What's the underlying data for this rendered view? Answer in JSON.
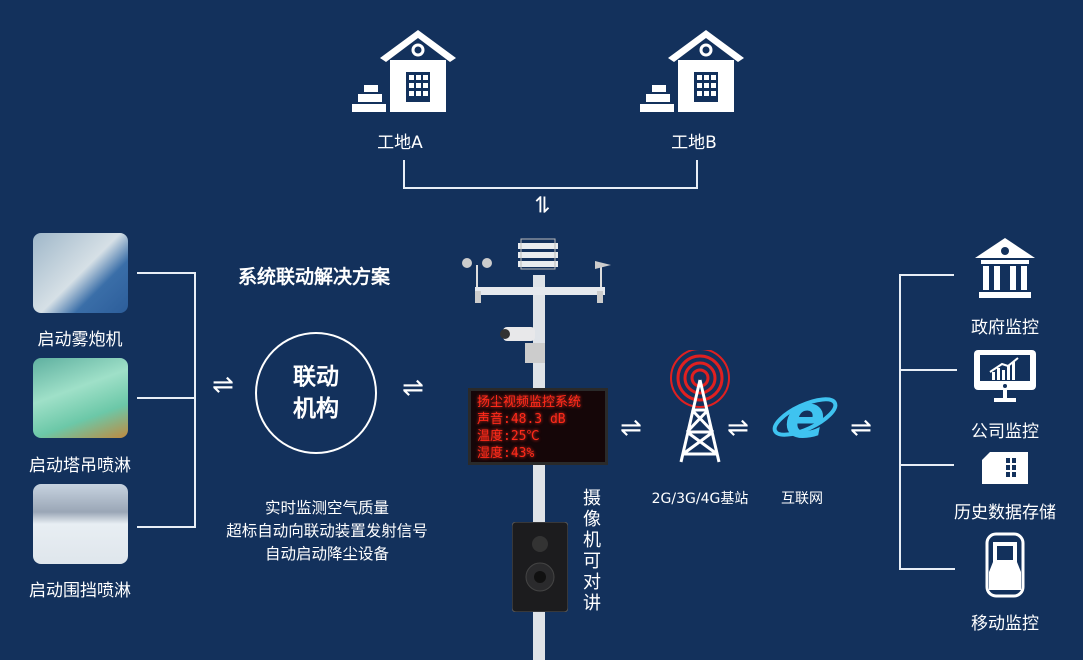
{
  "sites": [
    {
      "label": "工地A"
    },
    {
      "label": "工地B"
    }
  ],
  "title": "系统联动解决方案",
  "left_items": [
    {
      "label": "启动雾炮机"
    },
    {
      "label": "启动塔吊喷淋"
    },
    {
      "label": "启动围挡喷淋"
    }
  ],
  "linkage": {
    "line1": "联动",
    "line2": "机构"
  },
  "description": [
    "实时监测空气质量",
    "超标自动向联动装置发射信号",
    "自动启动降尘设备"
  ],
  "led": {
    "lines": [
      "扬尘视频监控系统",
      "声音:48.3 dB",
      "温度:25℃",
      "湿度:43%"
    ]
  },
  "camera_label": "摄像机可对讲",
  "network": {
    "station": "2G/3G/4G基站",
    "internet": "互联网"
  },
  "right_items": [
    {
      "label": "政府监控",
      "icon": "government-building-icon"
    },
    {
      "label": "公司监控",
      "icon": "monitor-chart-icon"
    },
    {
      "label": "历史数据存储",
      "icon": "sim-card-icon"
    },
    {
      "label": "移动监控",
      "icon": "mobile-phone-icon"
    }
  ],
  "colors": {
    "background": "#13315c",
    "led": "#ff2a1a",
    "signal": "#e02020",
    "ie": "#3fc3f0"
  }
}
